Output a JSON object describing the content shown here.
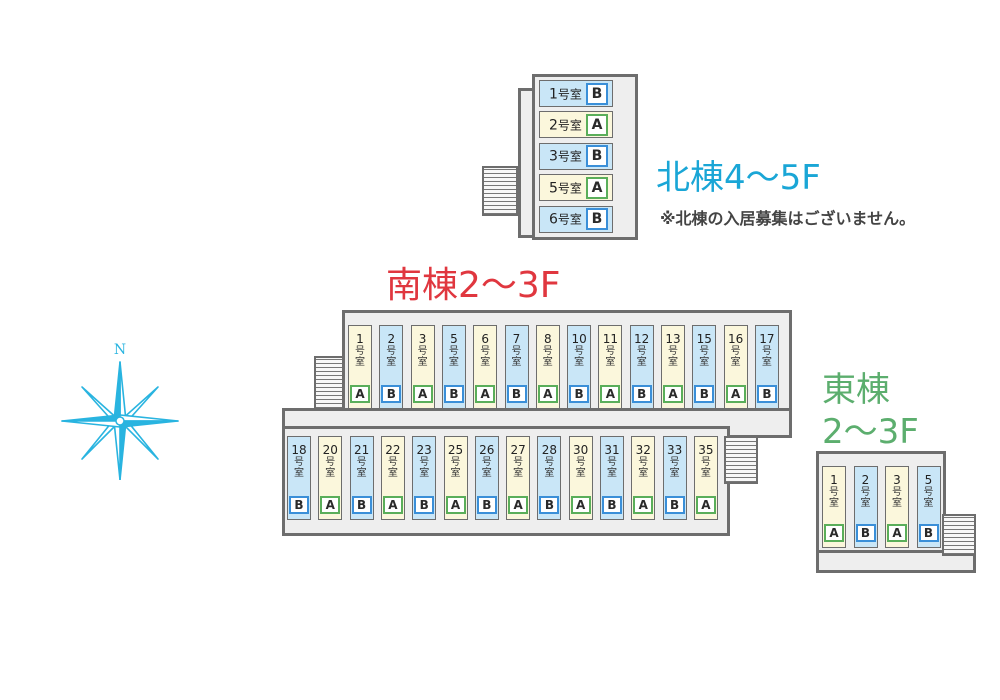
{
  "north": {
    "title": "北棟4〜5F",
    "note": "※北棟の入居募集はございません。",
    "rooms": [
      {
        "num": "1",
        "type": "B"
      },
      {
        "num": "2",
        "type": "A"
      },
      {
        "num": "3",
        "type": "B"
      },
      {
        "num": "5",
        "type": "A"
      },
      {
        "num": "6",
        "type": "B"
      }
    ]
  },
  "south": {
    "title": "南棟2〜3F",
    "upper_rooms": [
      {
        "num": "1",
        "type": "A"
      },
      {
        "num": "2",
        "type": "B"
      },
      {
        "num": "3",
        "type": "A"
      },
      {
        "num": "5",
        "type": "B"
      },
      {
        "num": "6",
        "type": "A"
      },
      {
        "num": "7",
        "type": "B"
      },
      {
        "num": "8",
        "type": "A"
      },
      {
        "num": "10",
        "type": "B"
      },
      {
        "num": "11",
        "type": "A"
      },
      {
        "num": "12",
        "type": "B"
      },
      {
        "num": "13",
        "type": "A"
      },
      {
        "num": "15",
        "type": "B"
      },
      {
        "num": "16",
        "type": "A"
      },
      {
        "num": "17",
        "type": "B"
      }
    ],
    "lower_rooms": [
      {
        "num": "18",
        "type": "B"
      },
      {
        "num": "20",
        "type": "A"
      },
      {
        "num": "21",
        "type": "B"
      },
      {
        "num": "22",
        "type": "A"
      },
      {
        "num": "23",
        "type": "B"
      },
      {
        "num": "25",
        "type": "A"
      },
      {
        "num": "26",
        "type": "B"
      },
      {
        "num": "27",
        "type": "A"
      },
      {
        "num": "28",
        "type": "B"
      },
      {
        "num": "30",
        "type": "A"
      },
      {
        "num": "31",
        "type": "B"
      },
      {
        "num": "32",
        "type": "A"
      },
      {
        "num": "33",
        "type": "B"
      },
      {
        "num": "35",
        "type": "A"
      }
    ]
  },
  "east": {
    "title_line1": "東棟",
    "title_line2": "2〜3F",
    "rooms": [
      {
        "num": "1",
        "type": "A"
      },
      {
        "num": "2",
        "type": "B"
      },
      {
        "num": "3",
        "type": "A"
      },
      {
        "num": "5",
        "type": "B"
      }
    ]
  },
  "room_suffix": "号室",
  "compass_label": "N",
  "colors": {
    "north_title": "#1aa6d6",
    "south_title": "#e0373f",
    "east_title": "#5cae6e",
    "room_a": "#fbf7dc",
    "room_b": "#c9e6f7",
    "badge_a": "#5aae5a",
    "badge_b": "#3a8fd8",
    "compass": "#29b4e0"
  }
}
